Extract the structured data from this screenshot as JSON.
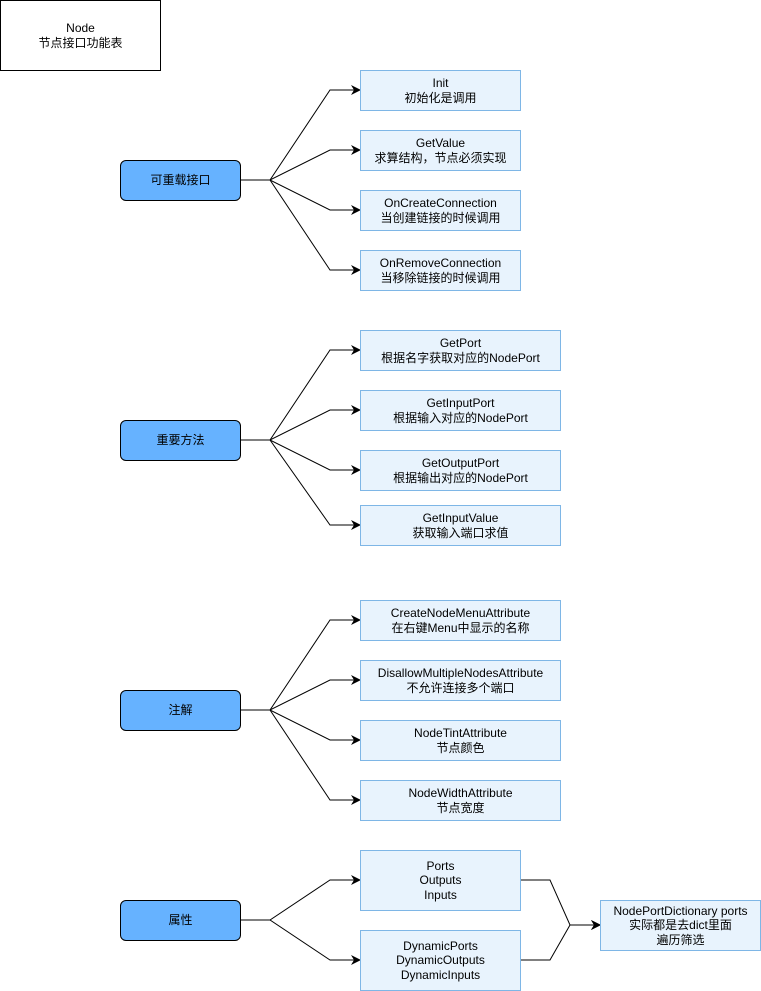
{
  "title": {
    "line1": "Node",
    "line2": "节点接口功能表"
  },
  "groups": [
    {
      "label": "可重载接口",
      "items": [
        {
          "line1": "Init",
          "line2": "初始化是调用"
        },
        {
          "line1": "GetValue",
          "line2": "求算结构，节点必须实现"
        },
        {
          "line1": "OnCreateConnection",
          "line2": "当创建链接的时候调用"
        },
        {
          "line1": "OnRemoveConnection",
          "line2": "当移除链接的时候调用"
        }
      ]
    },
    {
      "label": "重要方法",
      "items": [
        {
          "line1": "GetPort",
          "line2": "根据名字获取对应的NodePort"
        },
        {
          "line1": "GetInputPort",
          "line2": "根据输入对应的NodePort"
        },
        {
          "line1": "GetOutputPort",
          "line2": "根据输出对应的NodePort"
        },
        {
          "line1": "GetInputValue",
          "line2": "获取输入端口求值"
        }
      ]
    },
    {
      "label": "注解",
      "items": [
        {
          "line1": "CreateNodeMenuAttribute",
          "line2": "在右键Menu中显示的名称"
        },
        {
          "line1": "DisallowMultipleNodesAttribute",
          "line2": "不允许连接多个端口"
        },
        {
          "line1": "NodeTintAttribute",
          "line2": "节点颜色"
        },
        {
          "line1": "NodeWidthAttribute",
          "line2": "节点宽度"
        }
      ]
    },
    {
      "label": "属性",
      "items": [
        {
          "line1": "Ports",
          "line2": "Outputs",
          "line3": "Inputs"
        },
        {
          "line1": "DynamicPorts",
          "line2": "DynamicOutputs",
          "line3": "DynamicInputs"
        }
      ]
    }
  ],
  "result": {
    "line1": "NodePortDictionary ports",
    "line2": "实际都是去dict里面",
    "line3": "遍历筛选"
  },
  "colors": {
    "category_fill": "#66b2ff",
    "item_fill": "#e8f3fd",
    "item_border": "#7eb6e6"
  }
}
